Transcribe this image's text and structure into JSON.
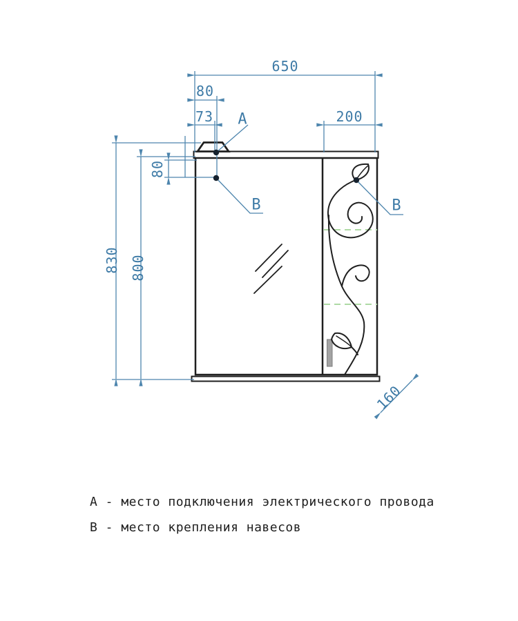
{
  "drawing": {
    "type": "furniture-technical-drawing",
    "subject": "mirror cabinet front view with dimensions"
  },
  "dimensions": {
    "total_width": "650",
    "offset_80": "80",
    "offset_73": "73",
    "right_door_width": "200",
    "hinge_offset": "80",
    "total_height": "830",
    "body_height": "800",
    "depth": "160"
  },
  "callouts": {
    "a": "A",
    "b_left": "B",
    "b_right": "B"
  },
  "legend": {
    "line_a": "А - место подключения электрического провода",
    "line_b": "В - место крепления навесов"
  },
  "colors": {
    "dimension_lines": "#4d85ad",
    "dimension_text": "#3d7aa6",
    "drawing_lines": "#1f1f1f",
    "shelf_dashed": "#aedaa4",
    "point_dot": "#16222e",
    "handle_gray": "#a3a3a3",
    "background": "#ffffff"
  }
}
